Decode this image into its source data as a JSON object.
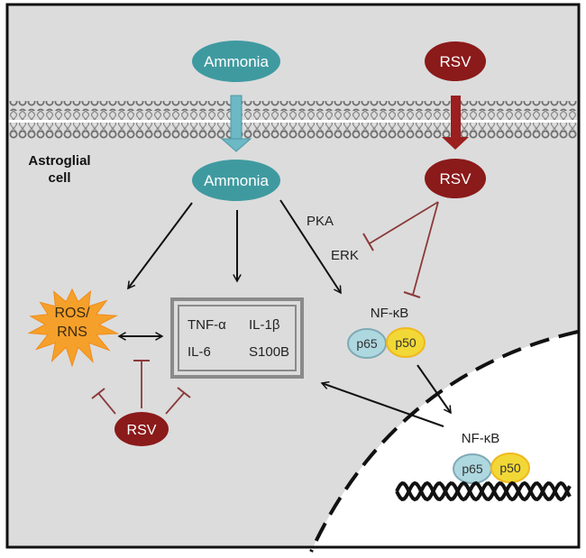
{
  "labels": {
    "ammonia_outside": "Ammonia",
    "rsv_outside": "RSV",
    "ammonia_inside": "Ammonia",
    "rsv_inside": "RSV",
    "cell_label_line1": "Astroglial",
    "cell_label_line2": "cell",
    "pka": "PKA",
    "erk": "ERK",
    "ros_line1": "ROS/",
    "ros_line2": "RNS",
    "cytokines": [
      "TNF-α",
      "IL-1β",
      "IL-6",
      "S100B"
    ],
    "nfkb_cytoplasm": "NF-κB",
    "p65": "p65",
    "p50": "p50",
    "rsv_bottom": "RSV",
    "nfkb_nucleus": "NF-κB",
    "p65_nucleus": "p65",
    "p50_nucleus": "p50"
  },
  "colors": {
    "cytoplasm": "#dcdcdc",
    "nucleus": "#ffffff",
    "ammonia": "#3f9aa0",
    "ammonia_arrow": "#6cb8c4",
    "rsv": "#8b1a1a",
    "inhibition": "#8b3a3a",
    "ros_star": "#f5a02a",
    "p65": "#aed8e0",
    "p65_stroke": "#7faab5",
    "p50": "#f2d836",
    "p50_stroke": "#f0b81e",
    "membrane": "#7a7a7a"
  }
}
